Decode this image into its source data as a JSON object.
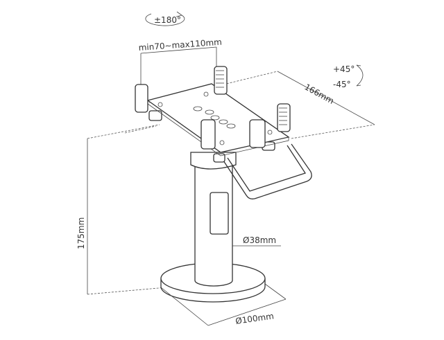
{
  "diagram": {
    "rotation_label": "±180°",
    "width_range_label": "min70~max110mm",
    "tilt_plus_label": "+45°",
    "tilt_minus_label": "-45°",
    "depth_label": "166mm",
    "height_label": "175mm",
    "column_diameter_label": "Ø38mm",
    "base_diameter_label": "Ø100mm"
  }
}
